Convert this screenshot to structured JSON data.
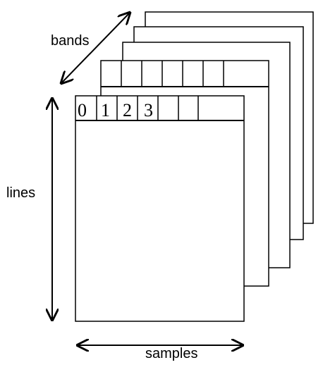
{
  "labels": {
    "bands": "bands",
    "lines": "lines",
    "samples": "samples"
  },
  "front_cells": [
    "0",
    "1",
    "2",
    "3",
    "",
    ""
  ],
  "back_layer_count": 3,
  "colors": {
    "stroke": "#000000",
    "fill": "#ffffff"
  }
}
